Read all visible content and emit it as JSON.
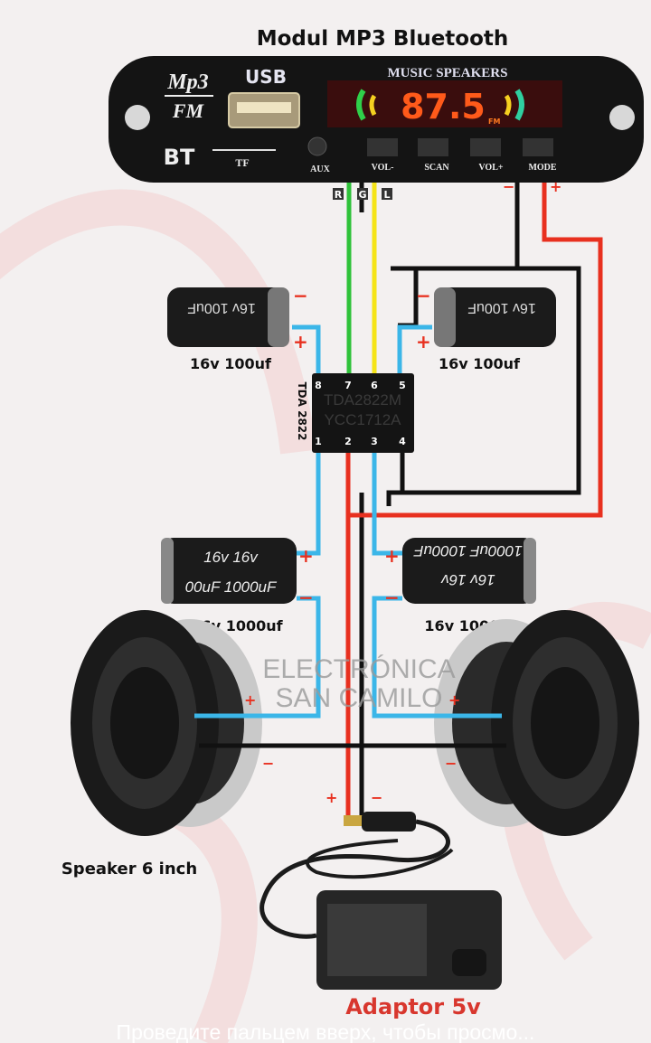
{
  "title": "Modul MP3 Bluetooth",
  "module": {
    "logo_top": "Mp3",
    "logo_bottom": "FM",
    "usb_label": "USB",
    "bt_label": "BT",
    "tf_label": "TF",
    "display_header": "MUSIC SPEAKERS",
    "display_value": "87.5",
    "display_unit": "FM",
    "aux_label": "AUX",
    "buttons": [
      "VOL-",
      "SCAN",
      "VOL+",
      "MODE"
    ],
    "wire_labels": [
      "R",
      "G",
      "L"
    ],
    "minus": "−",
    "plus": "+"
  },
  "chip": {
    "side_label": "TDA 2822",
    "line1": "TDA2822M",
    "line2": "YCC1712A",
    "pins_top": [
      "8",
      "7",
      "6",
      "5"
    ],
    "pins_bottom": [
      "1",
      "2",
      "3",
      "4"
    ]
  },
  "capacitors": {
    "small_left": {
      "label": "16v 100uf",
      "print": "16v 100uF"
    },
    "small_right": {
      "label": "16v 100uf",
      "print": "16v 100uF"
    },
    "big_left": {
      "label": "16v 1000uf",
      "print_top": "16v   16v",
      "print_bottom": "00uF 1000uF"
    },
    "big_right": {
      "label": "16v 1000uf",
      "print_top": "16v   16v",
      "print_bottom": "1000uF 1000uF"
    }
  },
  "polarity": {
    "plus": "+",
    "minus": "−"
  },
  "watermark": [
    "ELECTRÓNICA",
    "SAN CAMILO"
  ],
  "speaker_label": "Speaker 6 inch",
  "adaptor_label": "Adaptor 5v",
  "overlay_hint": "Проведите пальцем вверх, чтобы просмо...",
  "colors": {
    "red_wire": "#e8301f",
    "blue_wire": "#3bb6e8",
    "green_wire": "#2fc23a",
    "yellow_wire": "#f5e417",
    "adaptor_text": "#d8372e"
  }
}
